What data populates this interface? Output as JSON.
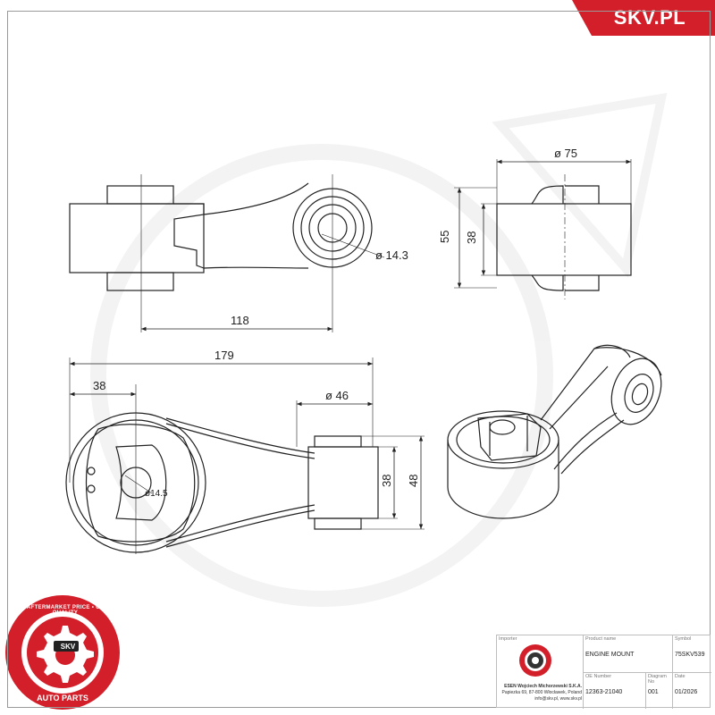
{
  "brand": {
    "name": "SKV.PL",
    "color": "#d31f2a"
  },
  "dimensions": {
    "top_view_width": "118",
    "top_view_bore": "ø 14.3",
    "side_view_outer": "ø 75",
    "side_view_height_outer": "55",
    "side_view_height_inner": "38",
    "front_view_length": "179",
    "front_view_offset": "38",
    "front_view_bush_diameter": "ø 46",
    "front_view_bush_inner": "38",
    "front_view_bush_outer": "48",
    "front_view_hole": "ø14.5"
  },
  "badge": {
    "ring_text": "AFTERMARKET PRICE • OF QUALITY",
    "bottom_text": "AUTO PARTS",
    "center_text": "SKV",
    "color": "#d31f2a"
  },
  "title_block": {
    "importer_label": "Importer",
    "importer_lines": [
      "ESEN Wojciech Michorzewski S.K.A.",
      "Papiezka 69, 87-800 Włocławek, Poland",
      "info@skv.pl, www.skv.pl"
    ],
    "product_name_label": "Product name",
    "product_name": "ENGINE MOUNT",
    "symbol_label": "Symbol",
    "symbol": "75SKV539",
    "oe_number_label": "OE Number",
    "oe_number": "12363-21040",
    "diagram_no_label": "Diagram No",
    "diagram_no": "001",
    "date_label": "Date",
    "date": "01/2026"
  }
}
